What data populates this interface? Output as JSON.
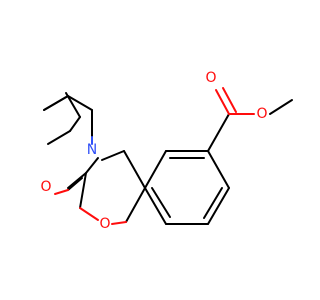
{
  "molecule": {
    "atoms": {
      "carbonyl_oxygen": {
        "symbol": "O",
        "color": "#ff0d0d"
      },
      "ring_nitrogen": {
        "symbol": "N",
        "color": "#3050f8"
      },
      "ring_oxygen": {
        "symbol": "O",
        "color": "#ff0d0d"
      },
      "ester_carbonyl_oxygen": {
        "symbol": "O",
        "color": "#ff0d0d"
      },
      "ester_oxygen": {
        "symbol": "O",
        "color": "#ff0d0d"
      }
    },
    "colors": {
      "bond": "#000000",
      "oxygen": "#ff0d0d",
      "nitrogen": "#3050f8",
      "background": "#ffffff"
    }
  }
}
